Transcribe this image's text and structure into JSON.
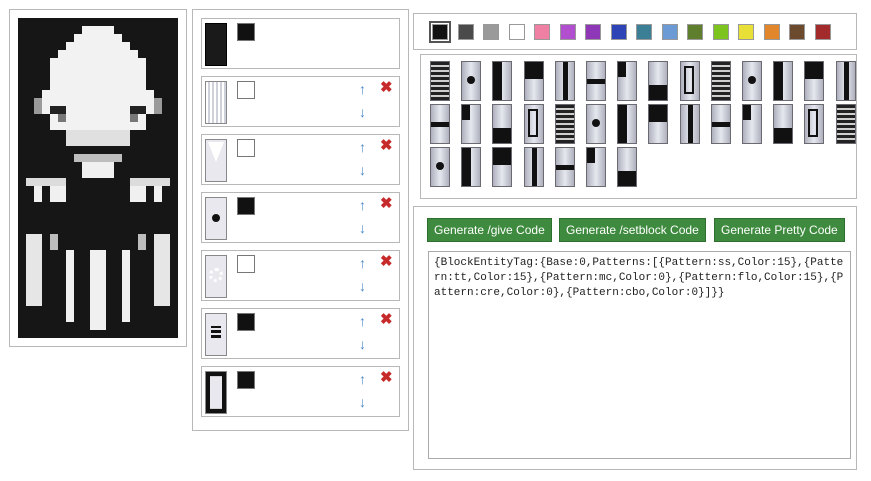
{
  "colors": {
    "black": "#111111",
    "white": "#ffffff",
    "accent_green": "#3e8a3e",
    "remove_red": "#c62a2a",
    "arrow_blue": "#4a8bc8"
  },
  "palette": [
    "#111111",
    "#4a4a4a",
    "#9a9a9a",
    "#ffffff",
    "#f07fa4",
    "#b24fcf",
    "#8e38b8",
    "#2e44b6",
    "#3b7f96",
    "#6b9ad4",
    "#5f7f2e",
    "#7ec41f",
    "#e8e036",
    "#e2862c",
    "#6b4a2d",
    "#a32b2b"
  ],
  "layers": [
    {
      "pattern": "base",
      "color": "#111111"
    },
    {
      "pattern": "ss",
      "color": "#ffffff"
    },
    {
      "pattern": "tt",
      "color": "#ffffff"
    },
    {
      "pattern": "mc",
      "color": "#111111"
    },
    {
      "pattern": "flo",
      "color": "#ffffff"
    },
    {
      "pattern": "cre",
      "color": "#111111"
    },
    {
      "pattern": "cbo",
      "color": "#111111"
    }
  ],
  "icons": {
    "up": "arrow-up-icon",
    "down": "arrow-down-icon",
    "remove": "remove-icon"
  },
  "buttons": {
    "give": "Generate /give Code",
    "setblock": "Generate /setblock Code",
    "pretty": "Generate Pretty Code"
  },
  "code": "{BlockEntityTag:{Base:0,Patterns:[{Pattern:ss,Color:15},{Pattern:tt,Color:15},{Pattern:mc,Color:0},{Pattern:flo,Color:15},{Pattern:cre,Color:0},{Pattern:cbo,Color:0}]}}"
}
